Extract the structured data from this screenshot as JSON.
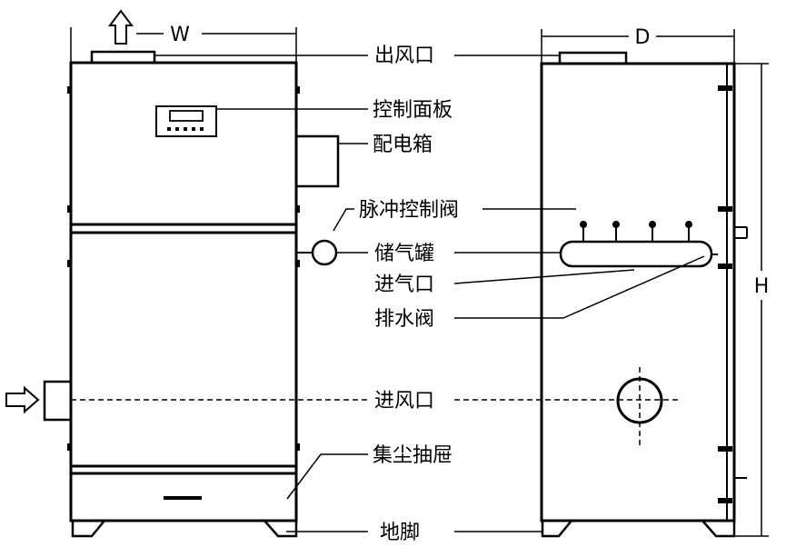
{
  "dimensions": {
    "width": "W",
    "depth": "D",
    "height": "H"
  },
  "labels": {
    "air_outlet": "出风口",
    "control_panel": "控制面板",
    "distribution_box": "配电箱",
    "pulse_valve": "脉冲控制阀",
    "air_tank": "储气罐",
    "air_inlet_tank": "进气口",
    "drain_valve": "排水阀",
    "air_inlet": "进风口",
    "dust_drawer": "集尘抽屉",
    "feet": "地脚"
  }
}
